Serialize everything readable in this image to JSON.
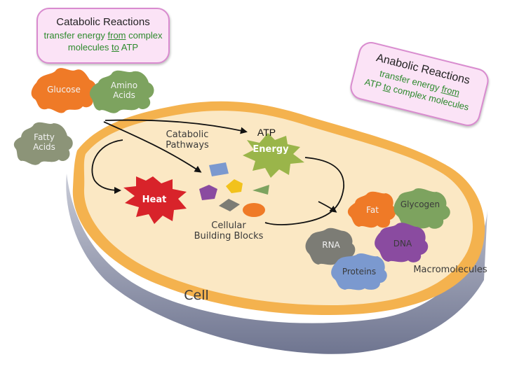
{
  "catabolic_callout": {
    "title": "Catabolic Reactions",
    "line1_pre": "transfer energy ",
    "line1_em": "from",
    "line1_post": " complex",
    "line2_pre": "molecules ",
    "line2_em": "to",
    "line2_post": " ATP"
  },
  "anabolic_callout": {
    "title": "Anabolic Reactions",
    "line1_pre": "transfer energy ",
    "line1_em": "from",
    "line2_pre": "ATP ",
    "line2_em": "to",
    "line2_post": " complex molecules"
  },
  "inputs": {
    "glucose": "Glucose",
    "amino_acids": "Amino\nAcids",
    "fatty_acids": "Fatty\nAcids"
  },
  "cell": {
    "label": "Cell",
    "catabolic_pathways": "Catabolic\nPathways",
    "atp": "ATP",
    "energy": "Energy",
    "heat": "Heat",
    "building_blocks": "Cellular\nBuilding Blocks"
  },
  "macromolecules": {
    "fat": "Fat",
    "glycogen": "Glycogen",
    "rna": "RNA",
    "dna": "DNA",
    "proteins": "Proteins",
    "caption": "Macromolecules"
  },
  "colors": {
    "cell_fill": "#fbe8c4",
    "cell_rim": "#f4b24e",
    "cell_side": "#9aa0b4",
    "glucose": "#ef7a27",
    "amino_acids": "#7da35f",
    "fatty_acids": "#8c9478",
    "energy": "#9ab54a",
    "heat": "#d8232a",
    "fat": "#ef7a27",
    "glycogen": "#7da35f",
    "rna": "#7c7c75",
    "dna": "#8a4ba0",
    "proteins": "#7b99cf",
    "callout_fill": "#fbe3f6",
    "callout_text": "#2d8a2d"
  }
}
